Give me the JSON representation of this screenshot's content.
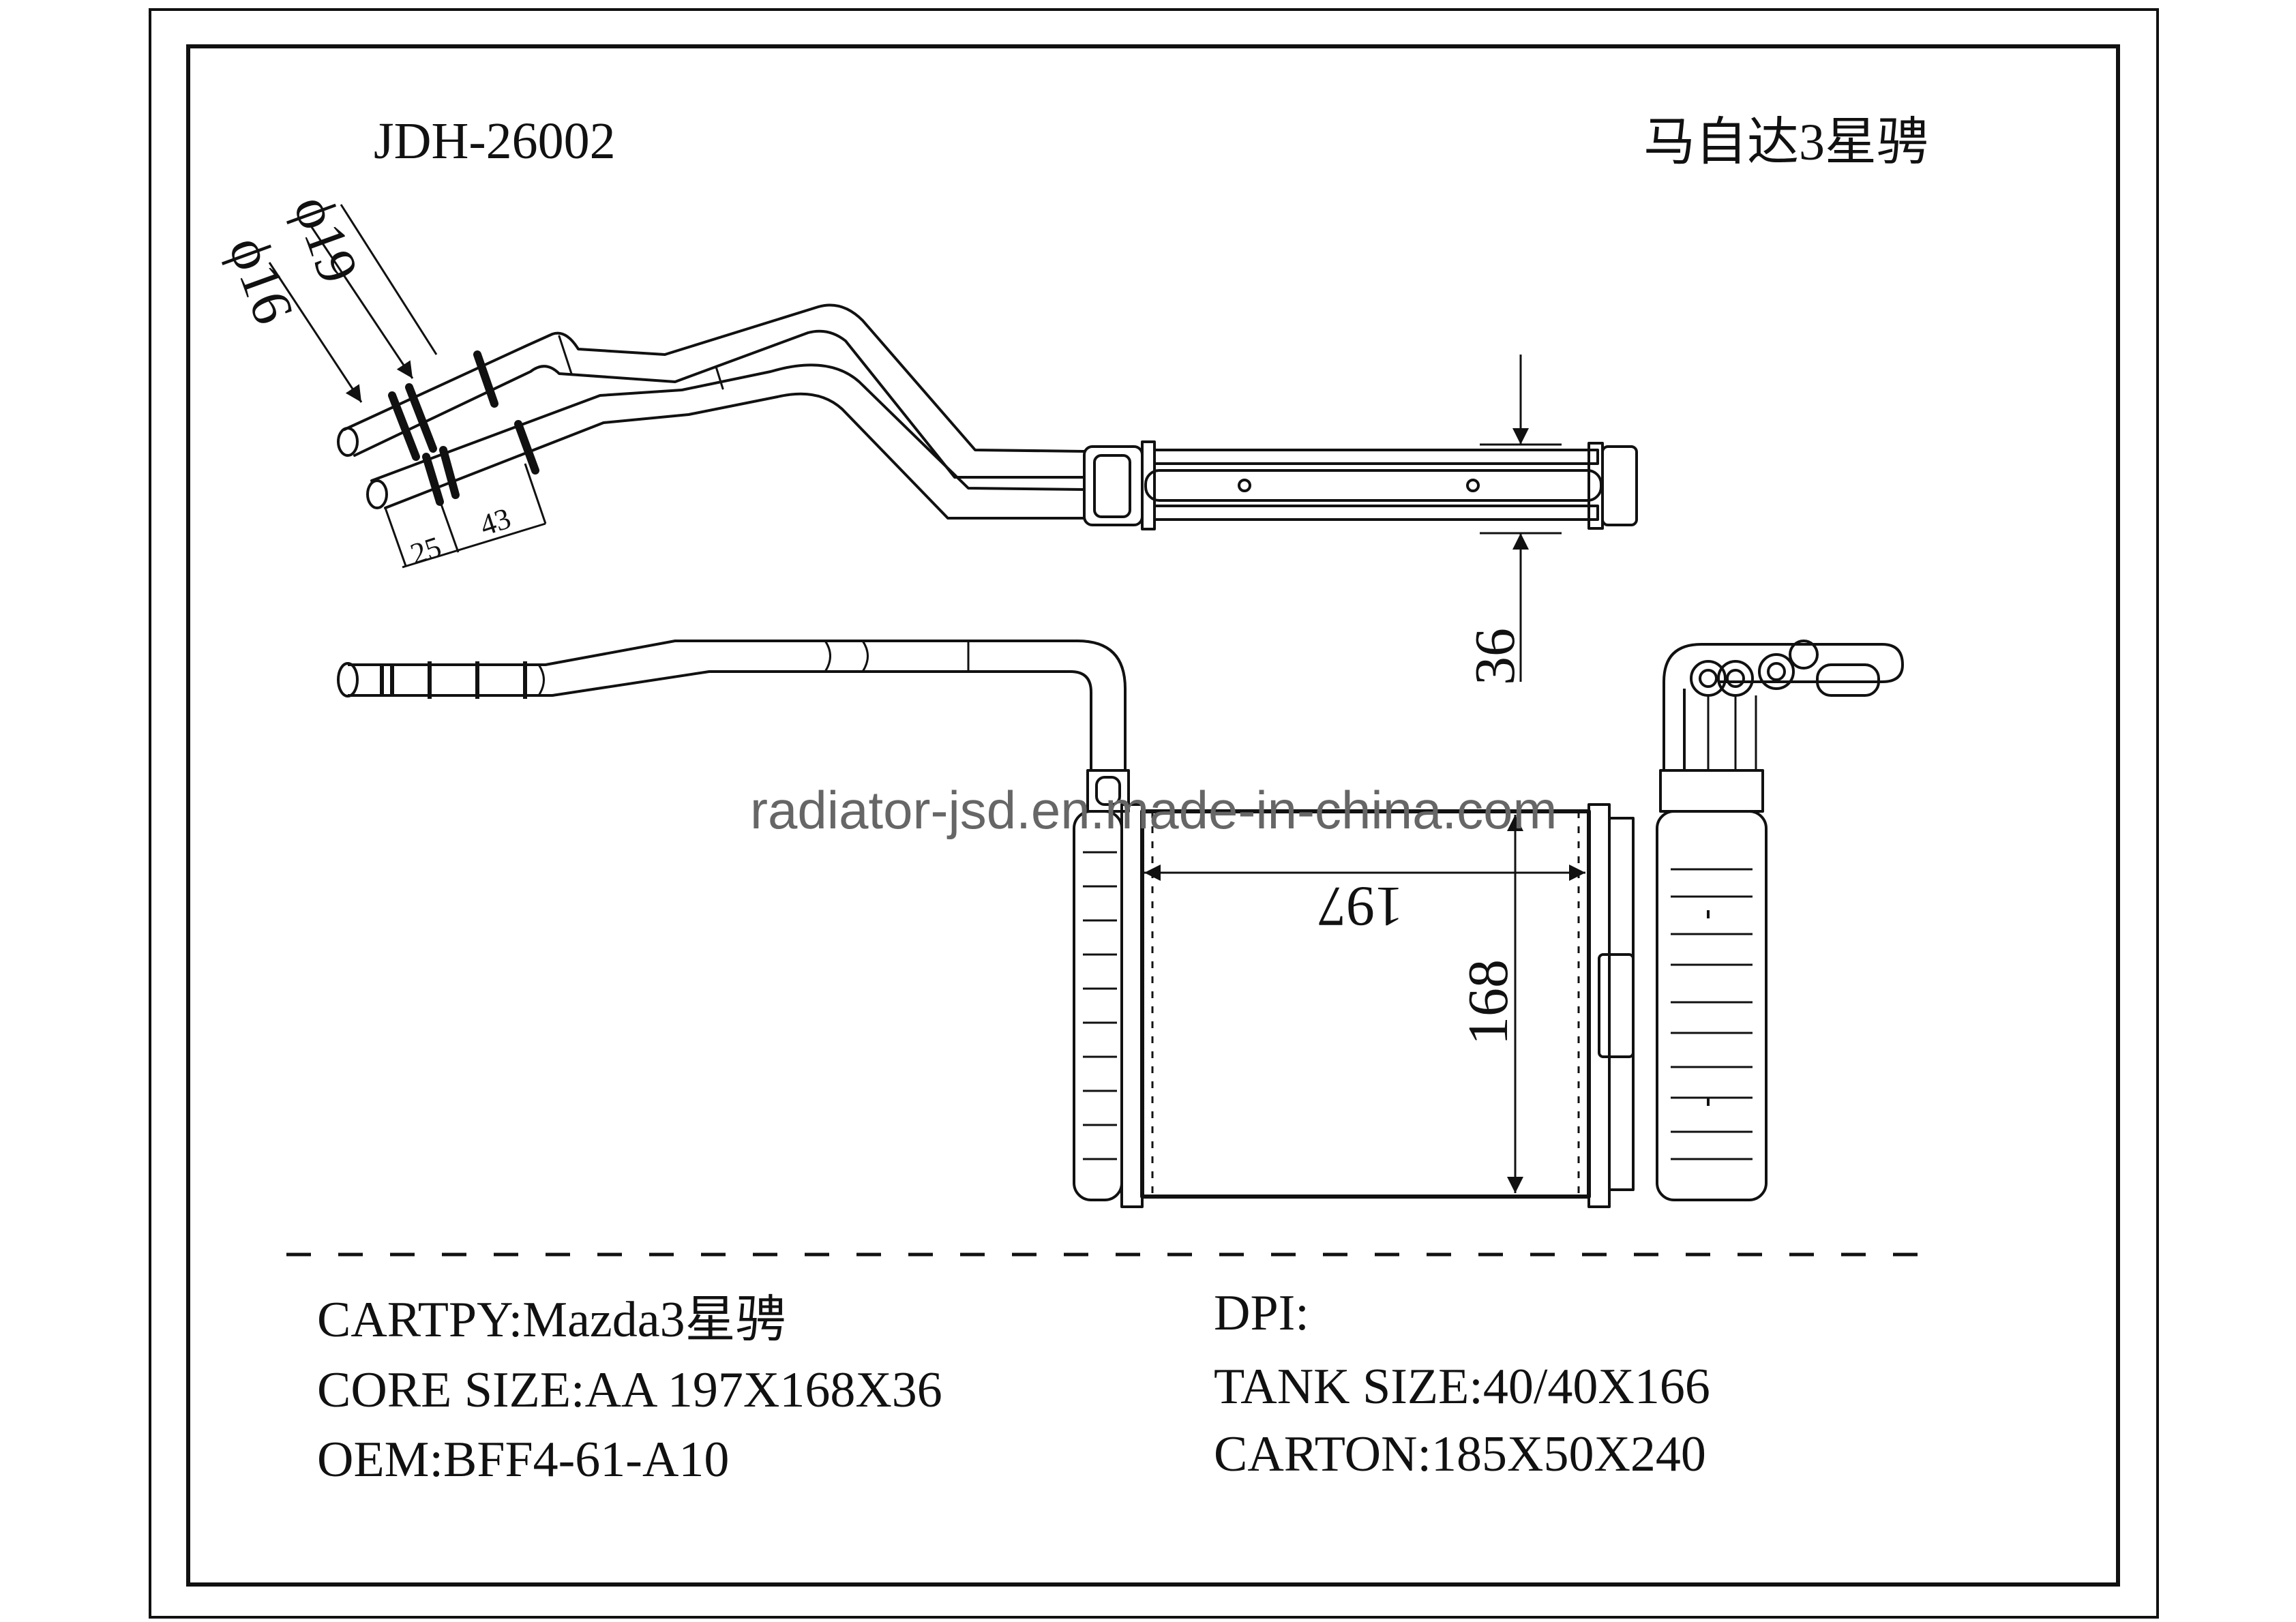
{
  "header": {
    "part_number": "JDH-26002",
    "car_model_cn": "马自达3星骋"
  },
  "dimensions": {
    "pipe_dia_1": "ϕ16",
    "pipe_dia_2": "ϕ19",
    "len_a": "25",
    "len_b": "43",
    "thickness": "36",
    "width": "197",
    "height": "168"
  },
  "watermark": "radiator-jsd.en.made-in-china.com",
  "specs": {
    "left": [
      "CARTPY:Mazda3星骋",
      "CORE SIZE:AA 197X168X36",
      "OEM:BFF4-61-A10"
    ],
    "right": [
      "DPI:",
      "TANK SIZE:40/40X166",
      "CARTON:185X50X240"
    ]
  },
  "colors": {
    "line": "#111111",
    "watermark": "#666666",
    "background": "#ffffff"
  }
}
